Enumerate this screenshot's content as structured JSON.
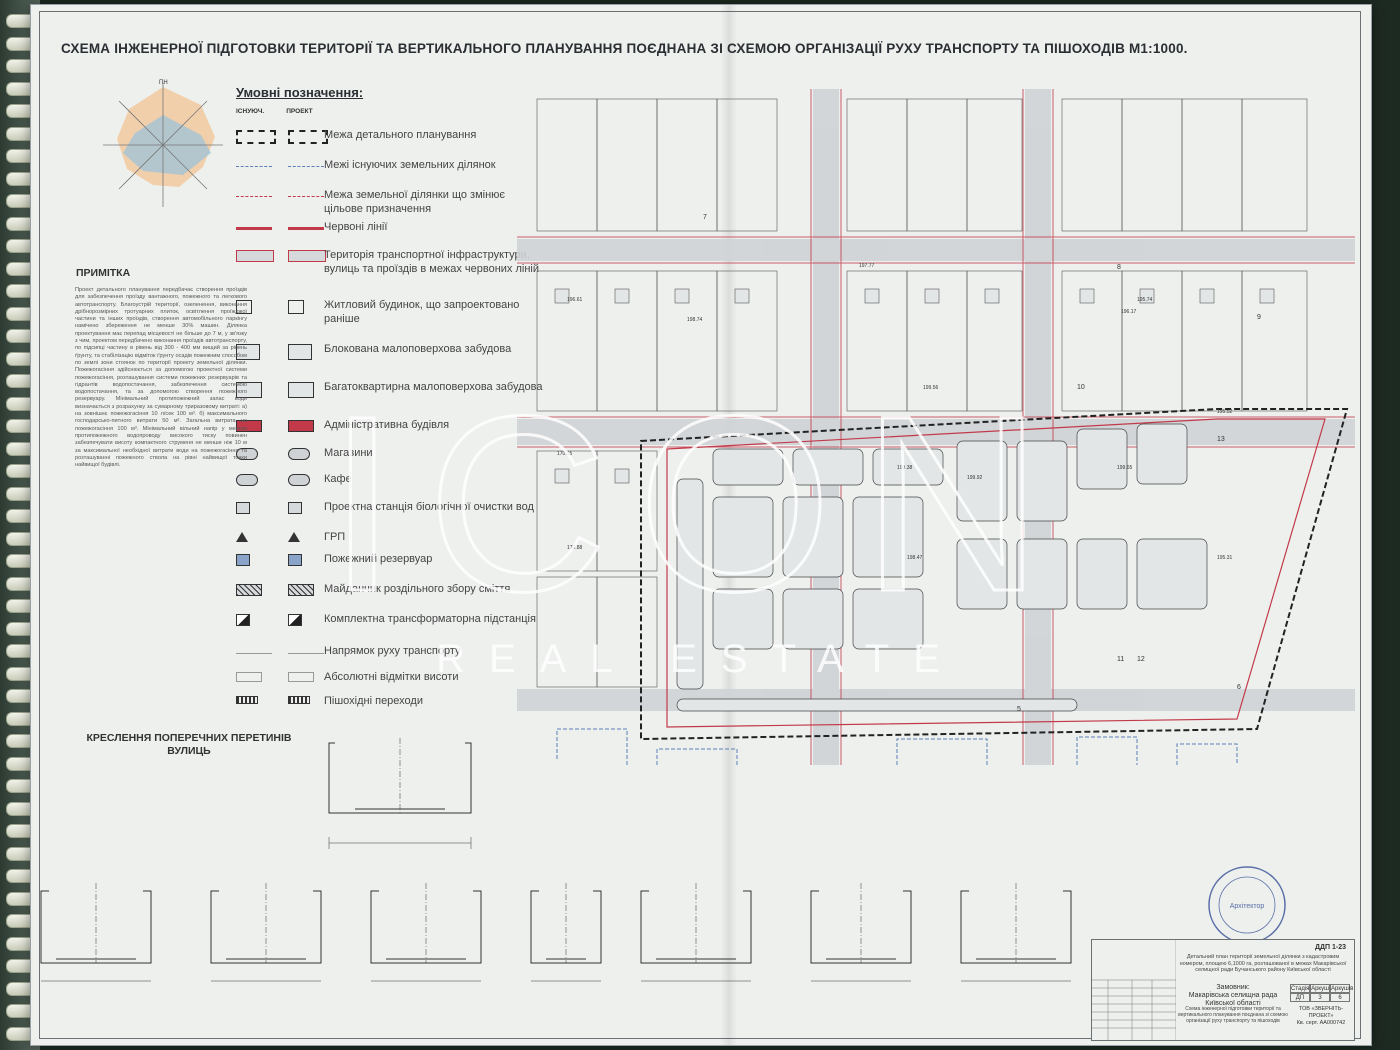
{
  "header": {
    "title": "СХЕМА ІНЖЕНЕРНОЇ ПІДГОТОВКИ ТЕРИТОРІЇ ТА ВЕРТИКАЛЬНОГО ПЛАНУВАННЯ ПОЄДНАНА ЗІ СХЕМОЮ ОРГАНІЗАЦІЇ РУХУ ТРАНСПОРТУ ТА ПІШОХОДІВ М1:1000."
  },
  "compass": {
    "north": "ПН"
  },
  "legend": {
    "title": "Умовні позначення:",
    "col_existing": "ІСНУЮЧ.",
    "col_project": "ПРОЕКТ",
    "items": [
      {
        "label": "Межа детального планування"
      },
      {
        "label": "Межі існуючих земельних ділянок"
      },
      {
        "label": "Межа земельної ділянки що змінює цільове призначення"
      },
      {
        "label": "Червоні лінії"
      },
      {
        "label": "Територія транспортної інфраструктури, вулиць та проїздів в межах червоних ліній"
      },
      {
        "label": "Житловий будинок, що запроектовано раніше"
      },
      {
        "label": "Блокована малоповерхова забудова"
      },
      {
        "label": "Багатоквартирна малоповерхова забудова"
      },
      {
        "label": "Адміністративна будівля"
      },
      {
        "label": "Магазини"
      },
      {
        "label": "Кафе"
      },
      {
        "label": "Проектна станція біологічної очистки вод"
      },
      {
        "label": "ГРП"
      },
      {
        "label": "Пожежний резервуар"
      },
      {
        "label": "Майданчик роздільного збору сміття"
      },
      {
        "label": "Комплектна трансформаторна підстанція"
      },
      {
        "label": "Напрямок руху транспорту"
      },
      {
        "label": "Абсолютні відмітки висоти"
      },
      {
        "label": "Пішохідні переходи"
      }
    ]
  },
  "note": {
    "title": "ПРИМІТКА",
    "text": "Проект детального планування передбачає створення проїздів для забезпечення проїзду вантажного, пожежного та легкового автотранспорту. Благоустрій території, озеленення, виконання дрібнорозмірних тротуарних плиток, освітлення проїжджої частини та інших проїздів, створення автомобільного паркінгу намічено збереження не менше 30% машин. Ділянка проектування має перепад місцевості не більше до 7 м, у зв'язку з чим, проектом передбачено виконання проїздів автотранспорту, по підсипці частину в рівень від 300 - 400 мм вищий за рівень ґрунту, та стабілізацію відміток ґрунту осадів пожежним способом по землі зони стоянок по території проекту земельної ділянки. Пожежогасіння здійснюється за допомогою проектної системи пожежогасіння, розташування системи пожежних резервуарів та гідрантів водопостачання, забезпечення системою водопостачання, та за допомогою створення пожежного резервуару. Мінімальний протипожежний запас води визначається з розрахунку за сумарному триразовому витраті: а) на зовнішнє пожежогасіння 10 л/сек 100 м³. б) максимального господарсько-питного витрати 50 м³. Загальна витрата на пожежогасіння 100 м³. Мінімальний вільний напір у мережі протипожежного водопроводу високого тиску повинен забезпечувати висоту компактного струменя не менше ніж 10 м за максимальної необхідної витрати води на пожежогасіння та розташуванні пожежного ствола на рівні найвищої точки найвищої будівлі."
  },
  "sections": {
    "title": "КРЕСЛЕННЯ ПОПЕРЕЧНИХ ПЕРЕТИНІВ ВУЛИЦЬ"
  },
  "map": {
    "elevations": [
      "197.77",
      "196.61",
      "198.74",
      "196.17",
      "199.56",
      "195.74",
      "199.92",
      "170.15",
      "199.38",
      "198.47",
      "170.88",
      "195.31",
      "195.52",
      "199.65"
    ],
    "block_numbers": [
      "7",
      "8",
      "9",
      "10",
      "11",
      "12",
      "13",
      "5",
      "6"
    ]
  },
  "stamp": {
    "text": "Архітектор"
  },
  "title_block": {
    "code": "ДДП 1-23",
    "description": "Детальний план території земельної ділянки з кадастровим номером, площею 6,1000 га, розташованої в межах Макарівської селищної ради Бучанського району Київської області",
    "client_label": "Замовник:",
    "client": "Макарівська селищна рада Київської області",
    "stage_labels": [
      "Стадія",
      "Аркуш",
      "Аркушів"
    ],
    "stage_values": [
      "ДП",
      "3",
      "6"
    ],
    "sheet_title": "Схема інженерної підготовки території та вертикального планування поєднана зі схемою організації руху транспорту та пішоходів",
    "organization": "ТОВ «ЗВЕРНІТЬ-ПРОЕКТ»",
    "license": "Кв. серт. АА000742"
  },
  "watermark": {
    "brand": "ICON",
    "subtitle": "REAL ESTATE"
  },
  "colors": {
    "paper": "#eef0ee",
    "red_line": "#c23a4a",
    "existing_line": "#5a7fb8",
    "ink": "#333333",
    "watermark": "#ffffff"
  }
}
